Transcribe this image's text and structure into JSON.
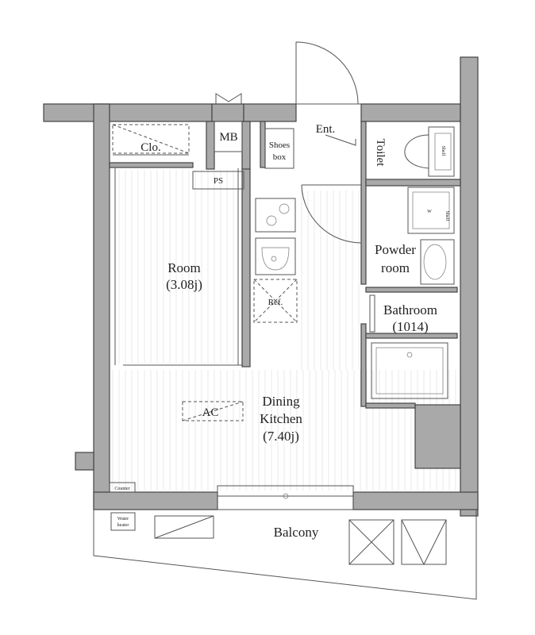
{
  "labels": {
    "mb": "MB",
    "ent": "Ent.",
    "toilet": "Toilet",
    "clo": "Clo.",
    "shoes_line1": "Shoes",
    "shoes_line2": "box",
    "ps": "PS",
    "shelf": "Shelf",
    "w": "W",
    "room_name": "Room",
    "room_size": "(3.08j)",
    "powder_line1": "Powder",
    "powder_line2": "room",
    "ref": "Ref.",
    "bathroom_name": "Bathroom",
    "bathroom_size": "(1014)",
    "ac": "AC",
    "dk_line1": "Dining",
    "dk_line2": "Kitchen",
    "dk_size": "(7.40j)",
    "counter": "Counter",
    "water_line1": "Water",
    "water_line2": "heater",
    "balcony": "Balcony"
  },
  "colors": {
    "wall": "#a9a9a9",
    "line": "#555555",
    "floor_lines": "#e3e3e3"
  }
}
